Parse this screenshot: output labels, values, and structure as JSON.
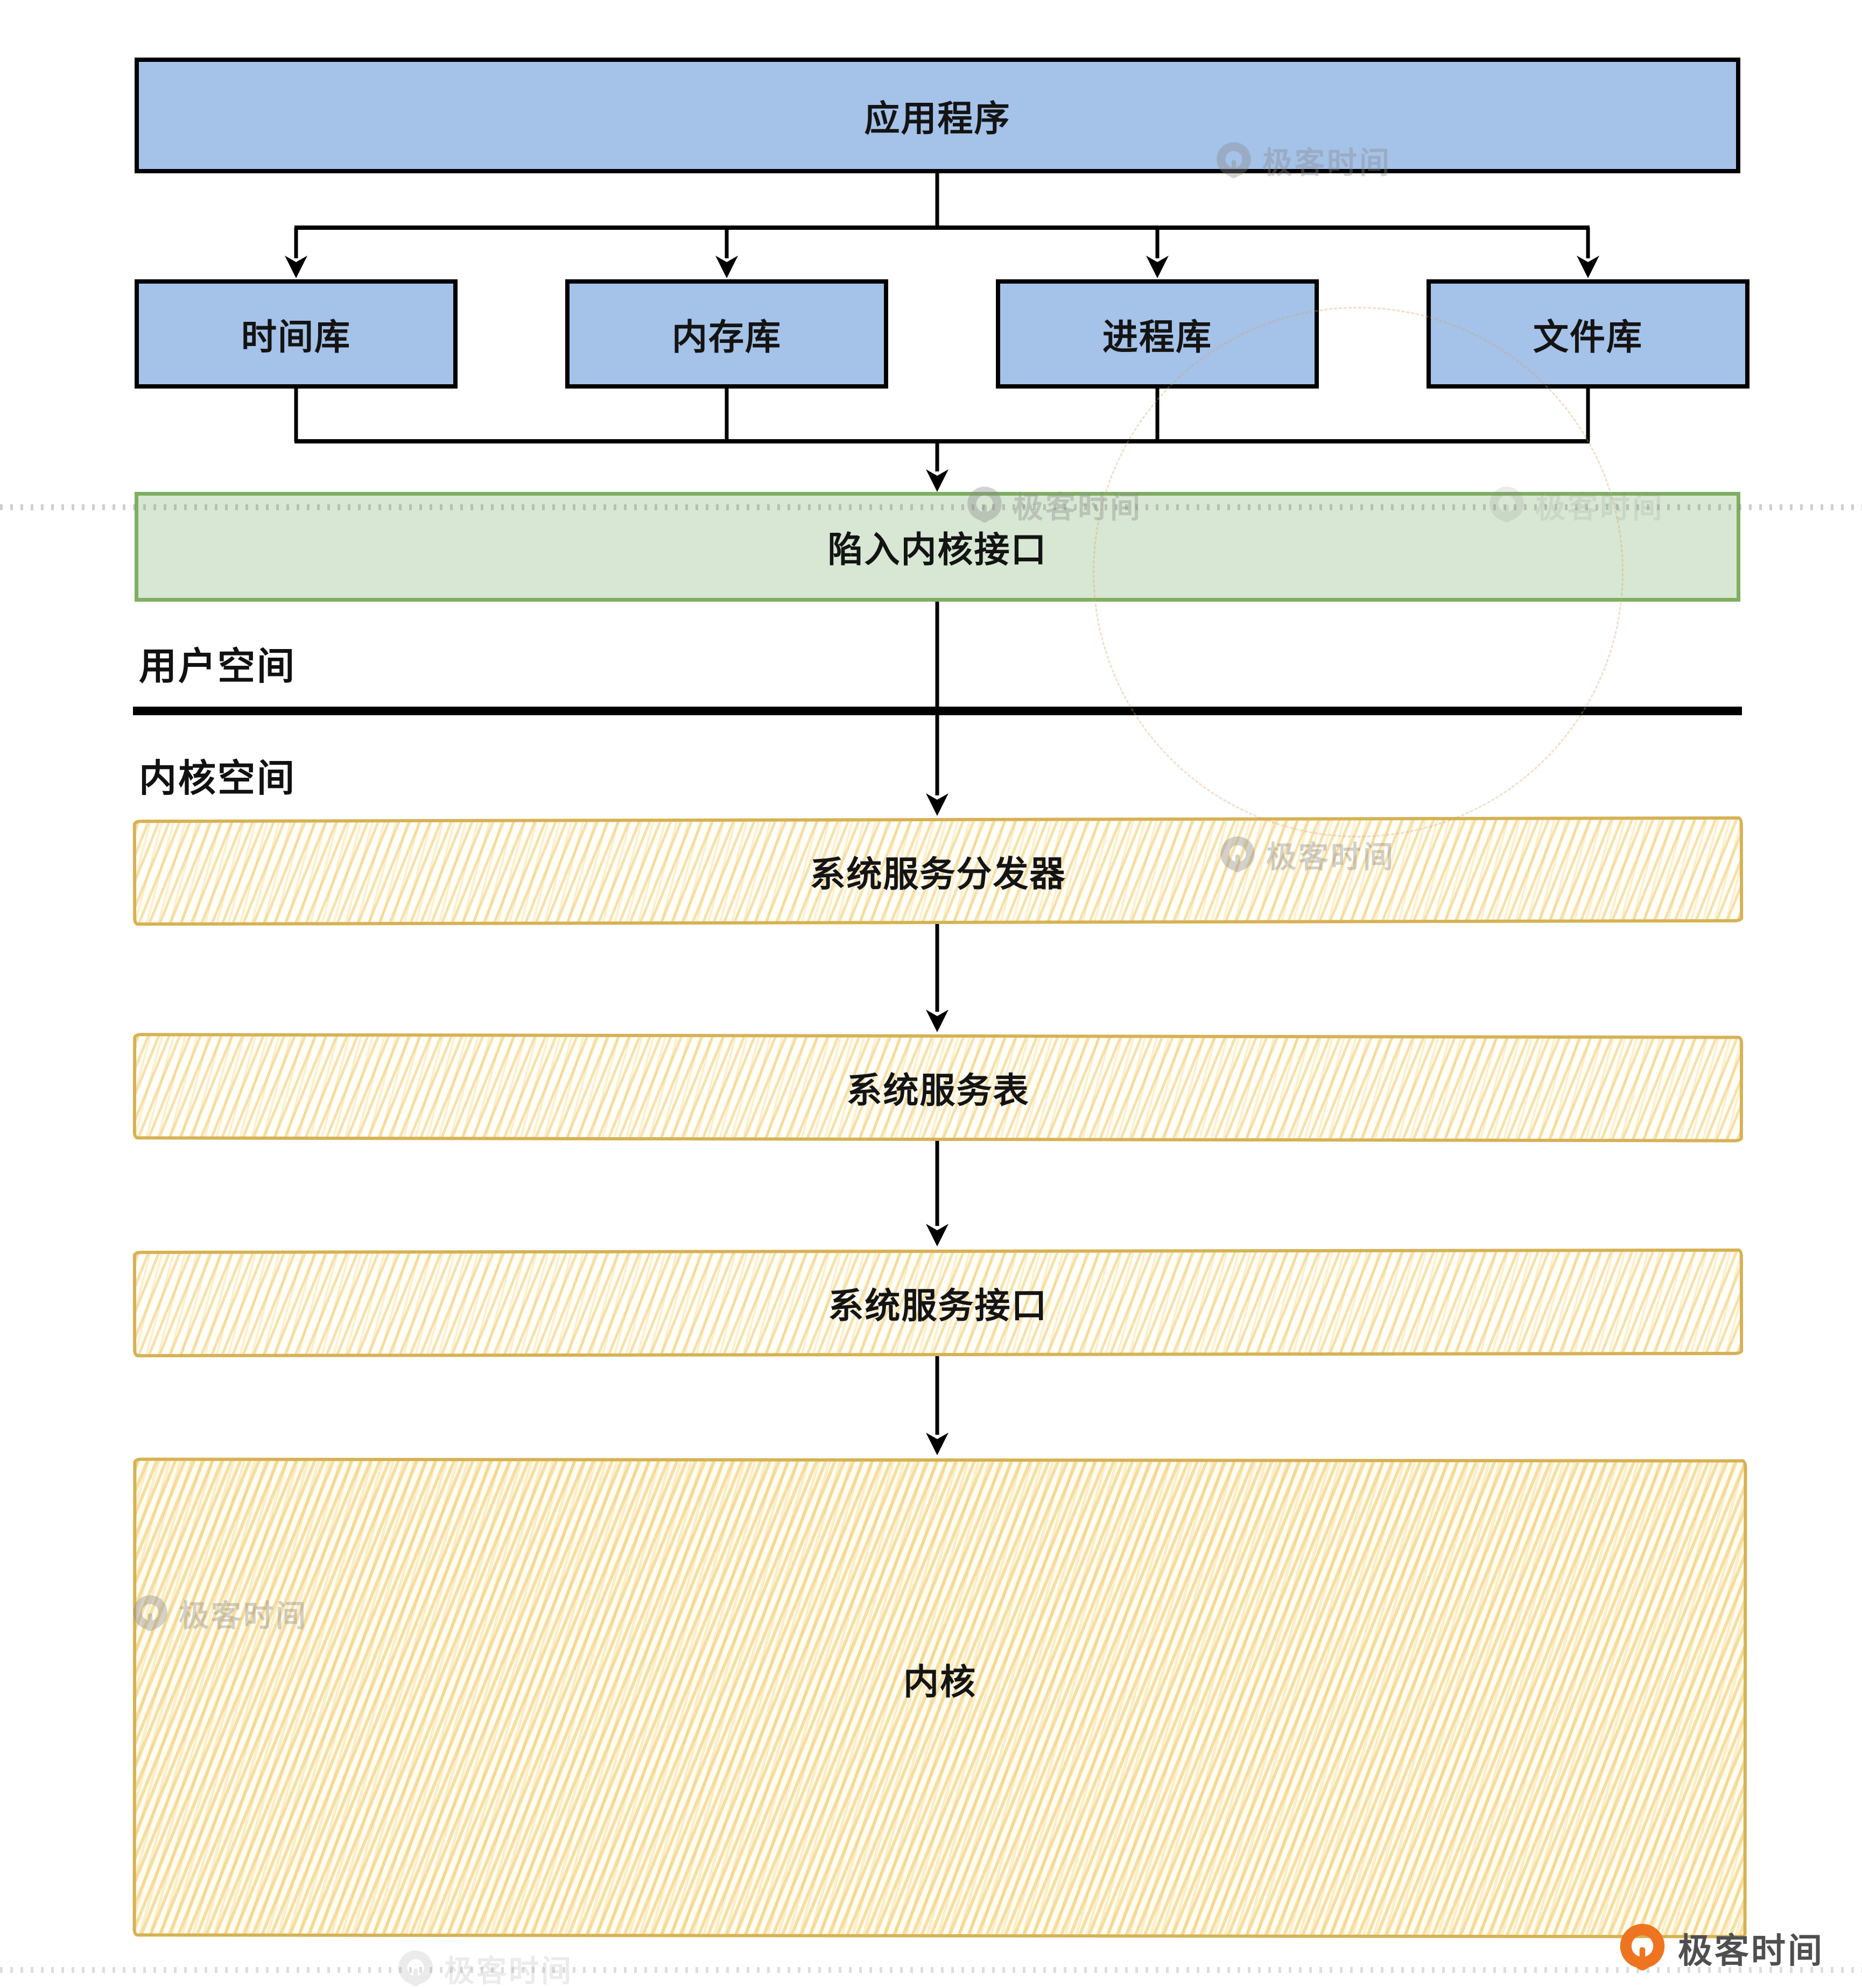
{
  "diagram": {
    "title_box": {
      "label": "应用程序"
    },
    "libraries": [
      {
        "label": "时间库"
      },
      {
        "label": "内存库"
      },
      {
        "label": "进程库"
      },
      {
        "label": "文件库"
      }
    ],
    "trap_box": {
      "label": "陷入内核接口"
    },
    "user_space_label": "用户空间",
    "kernel_space_label": "内核空间",
    "dispatcher_box": {
      "label": "系统服务分发器"
    },
    "service_table_box": {
      "label": "系统服务表"
    },
    "service_interface_box": {
      "label": "系统服务接口"
    },
    "kernel_box": {
      "label": "内核"
    },
    "colors": {
      "library_fill": "#a5c2e8",
      "library_border": "#000000",
      "trap_fill": "#d7e7d3",
      "trap_border": "#7fae62",
      "sketch_stroke": "#d6b254",
      "sketch_hatch": "#f3d58f",
      "divider": "#000000"
    }
  },
  "watermark": {
    "text": "极客时间",
    "logo_icon": "geektime-logo-icon"
  },
  "footer": {
    "brand": "极客时间",
    "logo_icon": "geektime-logo-icon",
    "brand_color": "#ee7420"
  }
}
